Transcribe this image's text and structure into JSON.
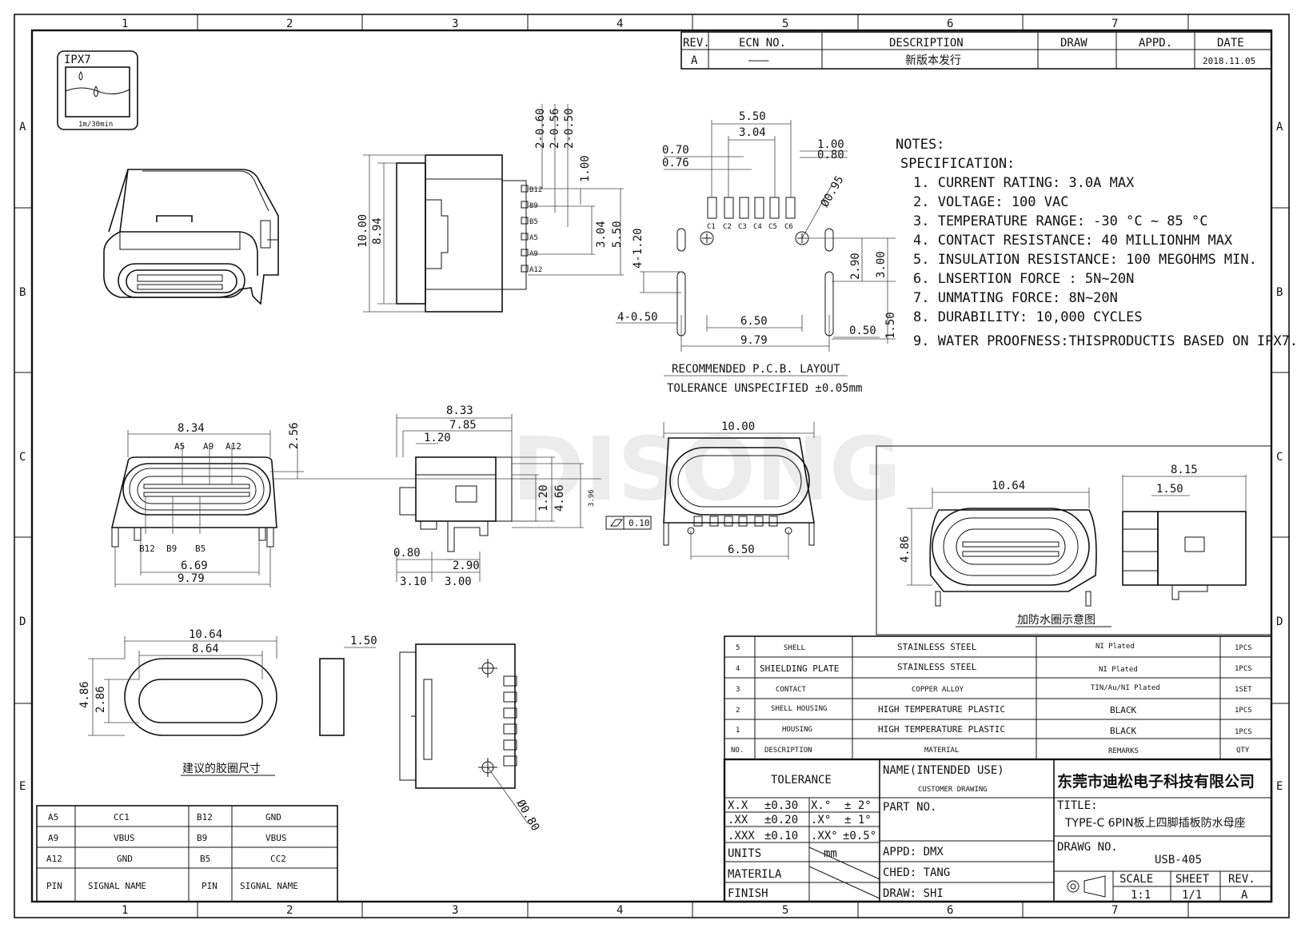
{
  "border": {
    "cols": [
      "1",
      "2",
      "3",
      "4",
      "5",
      "6",
      "7"
    ],
    "rows": [
      "A",
      "B",
      "C",
      "D",
      "E"
    ]
  },
  "watermark": "DISONG",
  "revision": {
    "headers": [
      "REV.",
      "ECN NO.",
      "DESCRIPTION",
      "DRAW",
      "APPD.",
      "DATE"
    ],
    "row": [
      "A",
      "———",
      "新版本发行",
      "",
      "",
      "2018.11.05"
    ]
  },
  "ipx": {
    "label": "IPX7",
    "sub": "1m/30min"
  },
  "notes": {
    "title": "NOTES:",
    "spec": "SPECIFICATION:",
    "items": [
      "1. CURRENT RATING: 3.0A MAX",
      "2. VOLTAGE: 100 VAC",
      "3. TEMPERATURE RANGE: -30 °C ~ 85 °C",
      "4. CONTACT RESISTANCE: 40 MILLIONHM MAX",
      "5. INSULATION RESISTANCE: 100 MEGOHMS MIN.",
      "6.  LNSERTION  FORCE : 5N~20N",
      "7.  UNMATING  FORCE: 8N~20N",
      "8.  DURABILITY:   10,000  CYCLES",
      "9. WATER PROOFNESS:THISPRODUCTIS BASED ON IPX7."
    ]
  },
  "pcb": {
    "title": "RECOMMENDED  P.C.B. LAYOUT",
    "tol": "TOLERANCE UNSPECIFIED ±0.05mm",
    "dims": {
      "w550": "5.50",
      "w304": "3.04",
      "d070": "0.70",
      "d076": "0.76",
      "d100": "1.00",
      "d080": "0.80",
      "dia": "Ø0.95",
      "v290": "2.90",
      "v300": "3.00",
      "v150": "1.50",
      "h120": "4-1.20",
      "h050": "4-0.50",
      "w650": "6.50",
      "w979": "9.79",
      "d050": "0.50"
    },
    "pads": [
      "C1",
      "C2",
      "C3",
      "C4",
      "C5",
      "C6"
    ]
  },
  "side": {
    "dims": {
      "a": "2-0.60",
      "b": "2-0.56",
      "c": "2-0.50",
      "d": "1.00",
      "e": "3.04",
      "f": "5.50",
      "h": "10.00",
      "i": "8.94"
    },
    "pins": [
      "B12",
      "B9",
      "B5",
      "A5",
      "A9",
      "A12"
    ]
  },
  "front": {
    "dims": {
      "w": "8.34",
      "h": "2.56",
      "p": "6.69",
      "t": "9.79"
    },
    "top": [
      "A5",
      "A9",
      "A12"
    ],
    "bot": [
      "B12",
      "B9",
      "B5"
    ]
  },
  "sideview": {
    "dims": {
      "a": "8.33",
      "b": "7.85",
      "c": "1.20",
      "d": "4.66",
      "e": "1.20",
      "f": "3.96",
      "g": "0.80",
      "h": "2.90",
      "i": "3.10",
      "j": "3.00"
    },
    "flat": "0.10"
  },
  "rear": {
    "dims": {
      "w": "10.00",
      "p": "6.50"
    }
  },
  "ring": {
    "title": "加防水圈示意图",
    "dims": {
      "w": "10.64",
      "h": "4.86",
      "s": "8.15",
      "t": "1.50"
    }
  },
  "gasket": {
    "title": "建议的胶圈尺寸",
    "dims": {
      "a": "10.64",
      "b": "8.64",
      "c": "4.86",
      "d": "2.86",
      "e": "1.50"
    }
  },
  "bottomview": {
    "dia": "Ø0.80"
  },
  "pinTable": {
    "rows": [
      [
        "A5",
        "CC1",
        "B12",
        "GND"
      ],
      [
        "A9",
        "VBUS",
        "B9",
        "VBUS"
      ],
      [
        "A12",
        "GND",
        "B5",
        "CC2"
      ],
      [
        "PIN",
        "SIGNAL NAME",
        "PIN",
        "SIGNAL NAME"
      ]
    ]
  },
  "bom": {
    "rows": [
      [
        "5",
        "SHELL",
        "STAINLESS  STEEL",
        "NI  Plated",
        "1PCS"
      ],
      [
        "4",
        "SHIELDING PLATE",
        "STAINLESS  STEEL",
        "NI  Plated",
        "1PCS"
      ],
      [
        "3",
        "CONTACT",
        "COPPER ALLOY",
        "TIN/Au/NI Plated",
        "1SET"
      ],
      [
        "2",
        "SHELL HOUSING",
        "HIGH  TEMPERATURE  PLASTIC",
        "BLACK",
        "1PCS"
      ],
      [
        "1",
        "HOUSING",
        "HIGH  TEMPERATURE  PLASTIC",
        "BLACK",
        "1PCS"
      ],
      [
        "NO.",
        "DESCRIPTION",
        "MATERIAL",
        "REMARKS",
        "QTY"
      ]
    ]
  },
  "title": {
    "tolerance": "TOLERANCE",
    "tols": [
      [
        "X.X",
        "±0.30",
        "X.°",
        "±  2°"
      ],
      [
        ".XX",
        "±0.20",
        ".X°",
        "±  1°"
      ],
      [
        ".XXX",
        "±0.10",
        ".XX°",
        "±0.5°"
      ]
    ],
    "units": "UNITS",
    "unitsVal": "mm",
    "materila": "MATERILA",
    "finish": "FINISH",
    "name": "NAME(INTENDED  USE)",
    "customer": "CUSTOMER DRAWING",
    "partNo": "PART NO.",
    "appd": "APPD: DMX",
    "ched": "CHED:  TANG",
    "draw": "DRAW:  SHI",
    "company": "东莞市迪松电子科技有限公司",
    "titleLbl": "TITLE:",
    "titleVal": "TYPE-C  6PIN板上四脚插板防水母座",
    "drawgNo": "DRAWG  NO.",
    "drawgVal": "USB-405",
    "scale": "SCALE",
    "scaleVal": "1:1",
    "sheet": "SHEET",
    "sheetVal": "1/1",
    "rev": "REV.",
    "revVal": "A"
  }
}
